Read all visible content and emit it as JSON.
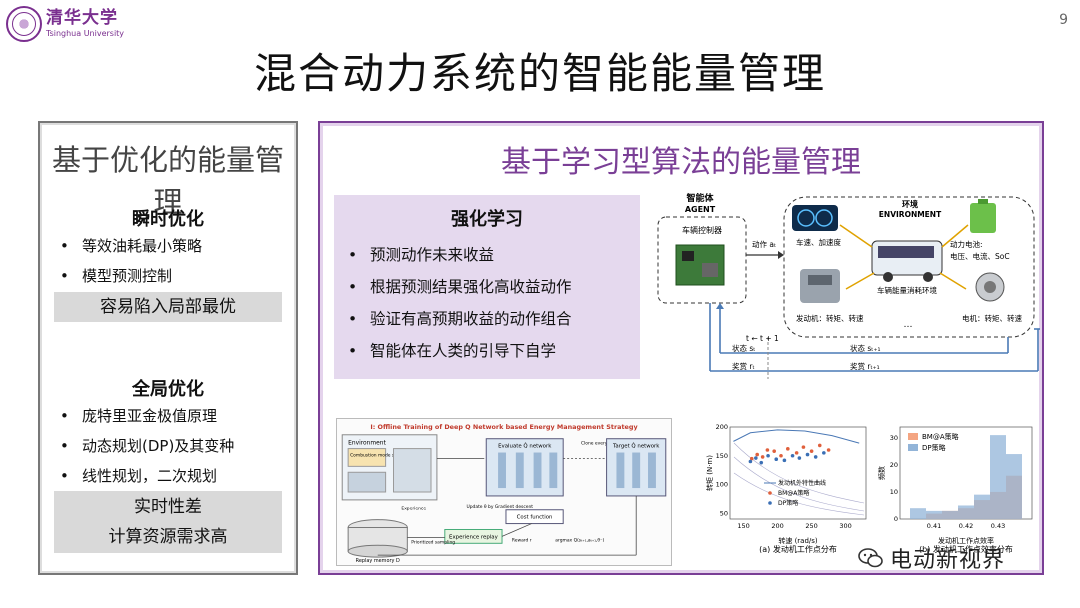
{
  "header": {
    "logo_cn": "清华大学",
    "logo_en": "Tsinghua University",
    "page_number": "9",
    "title": "混合动力系统的智能能量管理"
  },
  "left": {
    "title": "基于优化的能量管理",
    "instant": {
      "heading": "瞬时优化",
      "items": [
        "等效油耗最小策略",
        "模型预测控制"
      ],
      "drawback": "容易陷入局部最优"
    },
    "global": {
      "heading": "全局优化",
      "items": [
        "庞特里亚金极值原理",
        "动态规划(DP)及其变种",
        "线性规划，二次规划"
      ],
      "drawback_1": "实时性差",
      "drawback_2": "计算资源需求高"
    }
  },
  "right": {
    "title": "基于学习型算法的能量管理",
    "rl": {
      "heading": "强化学习",
      "items": [
        "预测动作未来收益",
        "根据预测结果强化高收益动作",
        "验证有高预期收益的动作组合",
        "智能体在人类的引导下自学"
      ]
    },
    "diagram": {
      "agent_cn": "智能体",
      "agent_en": "AGENT",
      "agent_sub": "车辆控制器",
      "action": "动作 aₜ",
      "env_cn": "环境",
      "env_en": "ENVIRONMENT",
      "speed": "车速、加速度",
      "battery": "动力电池:",
      "battery_sub": "电压、电流、SoC",
      "env_label": "车辆能量消耗环境",
      "engine": "发动机：转矩、转速",
      "motor": "电机：转矩、转速",
      "dots": "…",
      "time": "t ← t + 1",
      "state_t": "状态 sₜ",
      "state_t1": "状态 sₜ₊₁",
      "reward_t": "奖赏 rₜ",
      "reward_t1": "奖赏 rₜ₊₁"
    },
    "deepq": {
      "title": "I: Offline Training of Deep Q Network based Energy Management Strategy",
      "environment": "Environment",
      "mode": "Combustion mode switch",
      "evaluate": "Evaluate Q̂ network",
      "target": "Target Q̂ network",
      "clone": "Clone every C steps",
      "update": "Update θ by Gradient descent",
      "cost": "Cost function",
      "replay": "Experience replay",
      "memory": "Replay memory D",
      "experience": "Experience",
      "prioritized": "Prioritized sampling",
      "reward": "Reward r",
      "argmax": "argmax Q(sₜ₊₁,aₜ₊₁,θ⁻)"
    },
    "chart_data": [
      {
        "type": "scatter",
        "title": "",
        "caption": "(a) 发动机工作点分布",
        "xlabel": "转速 (rad/s)",
        "ylabel": "转矩 (N·m)",
        "xlim": [
          130,
          330
        ],
        "ylim": [
          40,
          200
        ],
        "x_ticks": [
          "150",
          "200",
          "250",
          "300"
        ],
        "y_ticks": [
          "200",
          "150",
          "100",
          "50"
        ],
        "series": [
          {
            "name": "发动机外特性曲线",
            "kind": "line",
            "points": [
              [
                135,
                175
              ],
              [
                160,
                190
              ],
              [
                200,
                195
              ],
              [
                240,
                193
              ],
              [
                280,
                185
              ],
              [
                320,
                172
              ]
            ]
          },
          {
            "name": "BM@A策略",
            "kind": "scatter",
            "points": [
              [
                162,
                145
              ],
              [
                170,
                152
              ],
              [
                178,
                148
              ],
              [
                185,
                160
              ],
              [
                195,
                158
              ],
              [
                205,
                150
              ],
              [
                215,
                162
              ],
              [
                228,
                155
              ],
              [
                238,
                165
              ],
              [
                250,
                158
              ],
              [
                262,
                168
              ],
              [
                275,
                160
              ]
            ]
          },
          {
            "name": "DP策略",
            "kind": "scatter",
            "points": [
              [
                160,
                140
              ],
              [
                168,
                146
              ],
              [
                176,
                138
              ],
              [
                186,
                150
              ],
              [
                198,
                144
              ],
              [
                210,
                142
              ],
              [
                222,
                150
              ],
              [
                232,
                146
              ],
              [
                244,
                152
              ],
              [
                256,
                148
              ],
              [
                268,
                155
              ]
            ]
          }
        ]
      },
      {
        "type": "bar",
        "title": "",
        "caption": "(b) 发动机工作点效率分布",
        "xlabel": "发动机工作点效率",
        "ylabel": "频数",
        "x_ticks": [
          "0.41",
          "0.42",
          "0.43"
        ],
        "y_ticks": [
          "0",
          "10",
          "20",
          "30"
        ],
        "ylim": [
          0,
          34
        ],
        "categories": [
          "0.405",
          "0.41",
          "0.415",
          "0.42",
          "0.425",
          "0.43",
          "0.435"
        ],
        "series": [
          {
            "name": "BM@A策略",
            "values": [
              0,
              2,
              3,
              4,
              7,
              10,
              16
            ]
          },
          {
            "name": "DP策略",
            "values": [
              4,
              3,
              3,
              5,
              9,
              31,
              24
            ]
          }
        ]
      }
    ]
  },
  "watermark": {
    "text": "电动新视界"
  },
  "colors": {
    "purple": "#7a3f96",
    "lavender": "#e5d9ee",
    "grey_bar": "#d9d9d9",
    "bm": "#f4a582",
    "dp": "#92b4d8"
  }
}
